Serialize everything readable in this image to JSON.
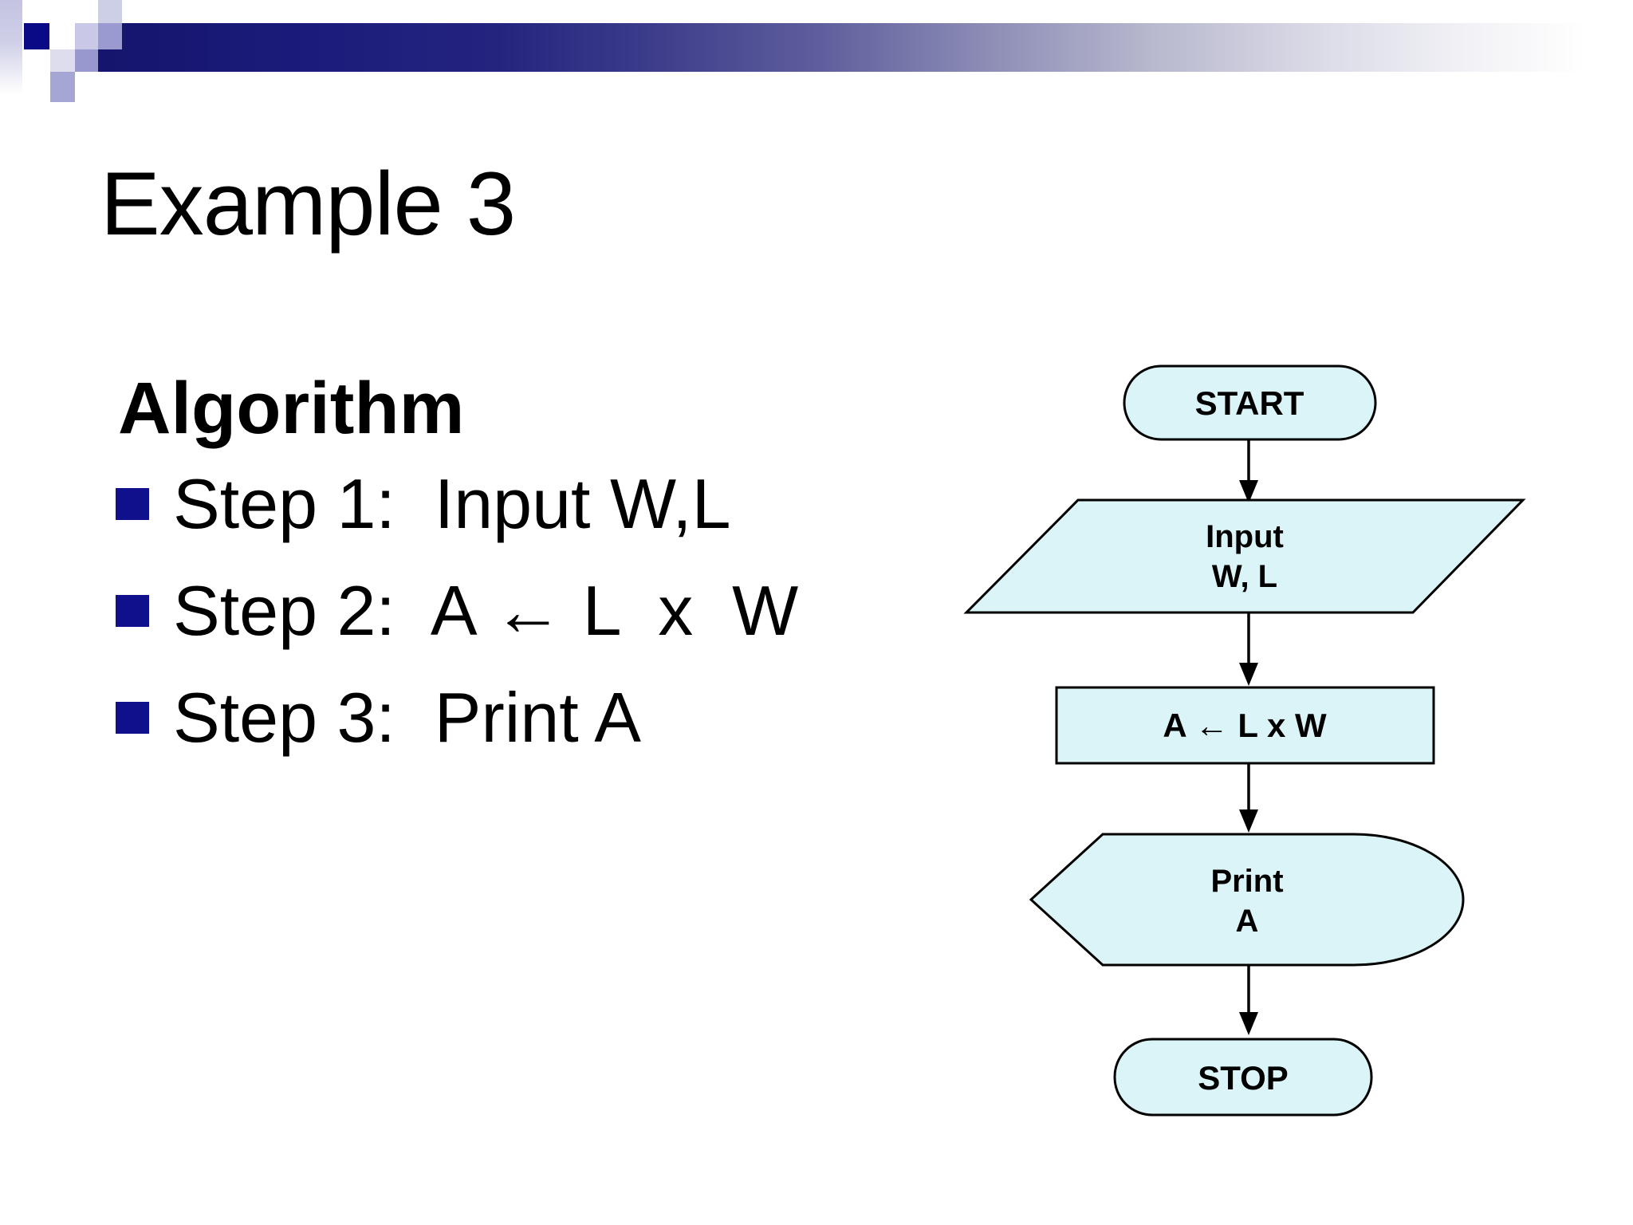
{
  "slide": {
    "title": "Example 3",
    "content": {
      "heading": "Algorithm",
      "steps": [
        "Step 1:  Input W,L",
        "Step 2:  A ← L  x  W",
        "Step 3:  Print A"
      ]
    },
    "flowchart": {
      "nodes": [
        {
          "id": "start",
          "type": "terminator",
          "label": "START"
        },
        {
          "id": "input",
          "type": "io-parallelogram",
          "label_lines": [
            "Input",
            "W, L"
          ]
        },
        {
          "id": "process",
          "type": "process-rectangle",
          "label": "A ← L x W"
        },
        {
          "id": "print",
          "type": "display",
          "label_lines": [
            "Print",
            "A"
          ]
        },
        {
          "id": "stop",
          "type": "terminator",
          "label": "STOP"
        }
      ],
      "edges": [
        {
          "from": "start",
          "to": "input"
        },
        {
          "from": "input",
          "to": "process"
        },
        {
          "from": "process",
          "to": "print"
        },
        {
          "from": "print",
          "to": "stop"
        }
      ]
    },
    "colors": {
      "accent_navy_bullet": "#10108c",
      "banner_navy": "#1b1b7c",
      "decor_lavender": "#9a9ad0",
      "shape_fill": "#daf4f8",
      "shape_border": "#000000"
    }
  }
}
